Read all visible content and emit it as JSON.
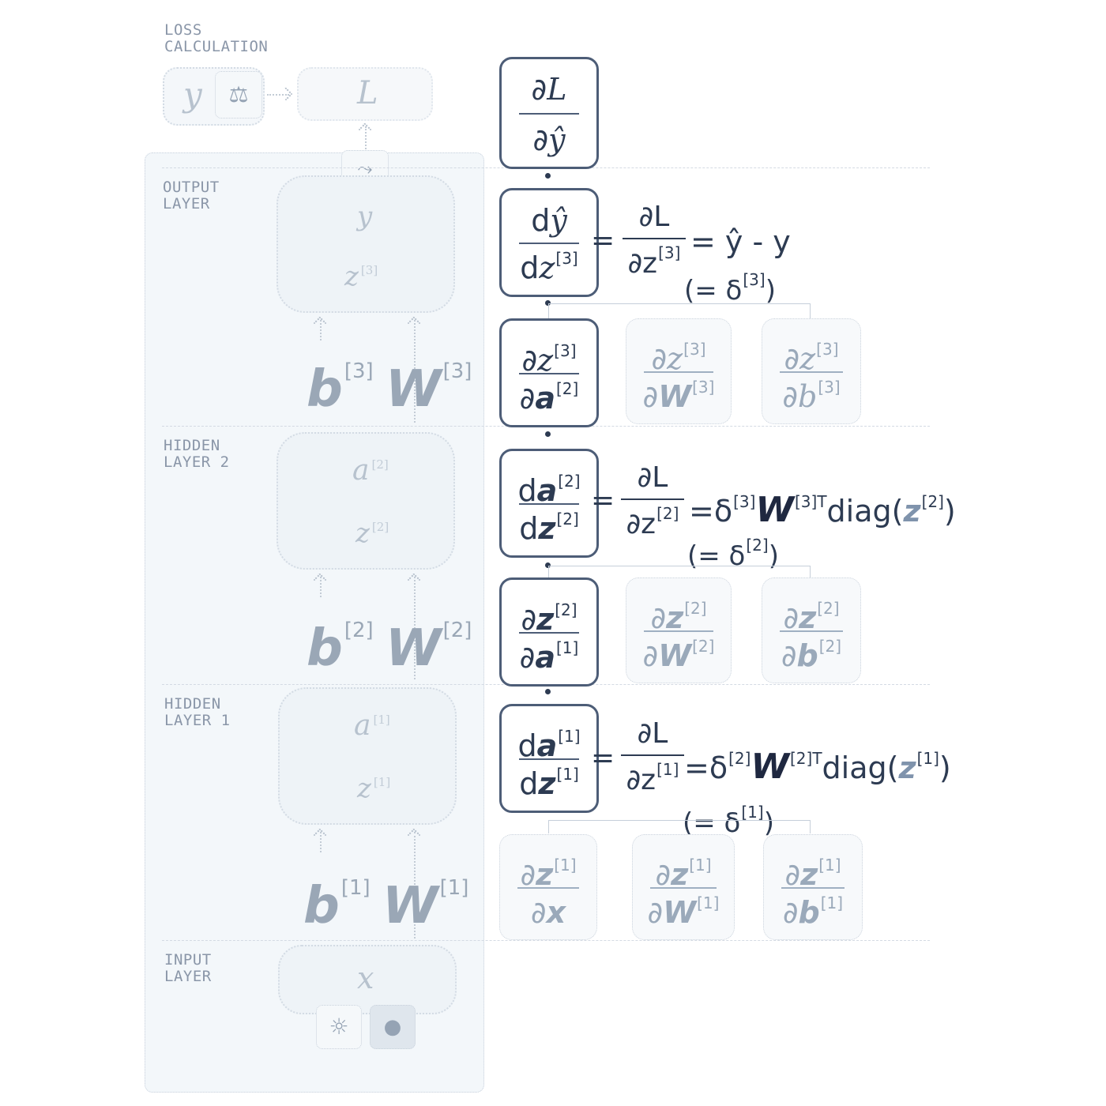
{
  "sections": {
    "loss": "LOSS\nCALCULATION",
    "output": "OUTPUT\nLAYER",
    "hidden2": "HIDDEN\nLAYER 2",
    "hidden1": "HIDDEN\nLAYER 1",
    "input": "INPUT\nLAYER"
  },
  "network": {
    "loss_y": "y",
    "loss_L": "L",
    "out_top": "y",
    "out_bottom": "z",
    "out_sup": "[3]",
    "h2_top": "a",
    "h2_bottom": "z",
    "h2_sup": "[2]",
    "h1_top": "a",
    "h1_bottom": "z",
    "h1_sup": "[1]",
    "input_x": "x",
    "b": "b",
    "W": "W",
    "s3": "[3]",
    "s2": "[2]",
    "s1": "[1]"
  },
  "grads": {
    "dL_dyhat": {
      "num_d": "∂",
      "num_v": "L",
      "den_d": "∂",
      "den_v": "ŷ"
    },
    "dyhat_dz3": {
      "num_d": "d",
      "num_v": "ŷ",
      "den_d": "d",
      "den_v": "z",
      "den_sup": "[3]"
    },
    "dz3_da2": {
      "num_d": "∂",
      "num_v": "z",
      "num_sup": "[3]",
      "den_d": "∂",
      "den_v": "a",
      "den_sup": "[2]"
    },
    "dz3_dW3": {
      "num_d": "∂",
      "num_v": "z",
      "num_sup": "[3]",
      "den_d": "∂",
      "den_v": "W",
      "den_sup": "[3]"
    },
    "dz3_db3": {
      "num_d": "∂",
      "num_v": "z",
      "num_sup": "[3]",
      "den_d": "∂",
      "den_v": "b",
      "den_sup": "[3]"
    },
    "da2_dz2": {
      "num_d": "d",
      "num_v": "a",
      "num_sup": "[2]",
      "den_d": "d",
      "den_v": "z",
      "den_sup": "[2]"
    },
    "dz2_da1": {
      "num_d": "∂",
      "num_v": "z",
      "num_sup": "[2]",
      "den_d": "∂",
      "den_v": "a",
      "den_sup": "[1]"
    },
    "dz2_dW2": {
      "num_d": "∂",
      "num_v": "z",
      "num_sup": "[2]",
      "den_d": "∂",
      "den_v": "W",
      "den_sup": "[2]"
    },
    "dz2_db2": {
      "num_d": "∂",
      "num_v": "z",
      "num_sup": "[2]",
      "den_d": "∂",
      "den_v": "b",
      "den_sup": "[2]"
    },
    "da1_dz1": {
      "num_d": "d",
      "num_v": "a",
      "num_sup": "[1]",
      "den_d": "d",
      "den_v": "z",
      "den_sup": "[1]"
    },
    "dz1_dx": {
      "num_d": "∂",
      "num_v": "z",
      "num_sup": "[1]",
      "den_d": "∂",
      "den_v": "x"
    },
    "dz1_dW1": {
      "num_d": "∂",
      "num_v": "z",
      "num_sup": "[1]",
      "den_d": "∂",
      "den_v": "W",
      "den_sup": "[1]"
    },
    "dz1_db1": {
      "num_d": "∂",
      "num_v": "z",
      "num_sup": "[1]",
      "den_d": "∂",
      "den_v": "b",
      "den_sup": "[1]"
    }
  },
  "equations": {
    "eq3": {
      "eq": "=",
      "frac_num": "∂L",
      "frac_den": "∂z",
      "frac_sup": "[3]",
      "rhs": "= ŷ - y",
      "delta": "(= δ",
      "delta_sup": "[3]",
      "close": ")"
    },
    "eq2": {
      "eq": "=",
      "frac_num": "∂L",
      "frac_den": "∂z",
      "frac_sup": "[2]",
      "rhs_a": "=δ",
      "rhs_a_sup": "[3]",
      "rhs_W": "W",
      "rhs_W_sup": "[3]T",
      "rhs_b": "diag(",
      "rhs_z": "z",
      "rhs_z_sup": "[2]",
      "rhs_c": ")",
      "delta": "(= δ",
      "delta_sup": "[2]",
      "close": ")"
    },
    "eq1": {
      "eq": "=",
      "frac_num": "∂L",
      "frac_den": "∂z",
      "frac_sup": "[1]",
      "rhs_a": "=δ",
      "rhs_a_sup": "[2]",
      "rhs_W": "W",
      "rhs_W_sup": "[2]T",
      "rhs_b": "diag(",
      "rhs_z": "z",
      "rhs_z_sup": "[1]",
      "rhs_c": ")",
      "delta": "(= δ",
      "delta_sup": "[1]",
      "close": ")"
    }
  },
  "colors": {
    "strong_border": "#4d5d77",
    "faint": "#9aa9ba",
    "panel": "#f3f7fa"
  }
}
